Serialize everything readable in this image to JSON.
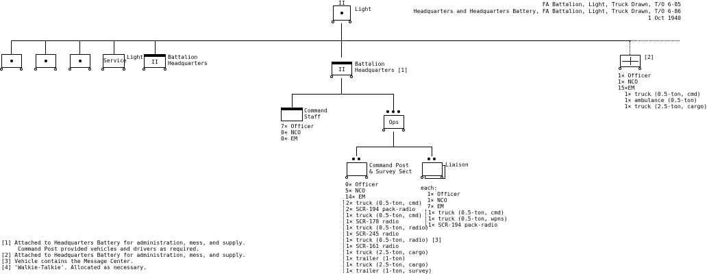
{
  "title": {
    "line1": "FA Battalion, Light, Truck Drawn, T/O 6-85",
    "line2": "Headquarters and Headquarters Battery, FA Battalion, Light, Truck Drawn, T/O 6-86",
    "line3": "1 Oct 1940"
  },
  "top_unit": {
    "size": "II",
    "label": "Light"
  },
  "subunits": {
    "service_label": "Service",
    "service_side": "Light",
    "hq_size": "II",
    "hq_label": "Battalion\nHeadquarters"
  },
  "detachment": {
    "note": "[2]",
    "details": "1× Officer\n1× NCO\n15×EM\n  1× truck (0.5-ton, cmd)\n  1× ambulance (0.5-ton)\n  1× truck (2.5-ton, cargo)"
  },
  "bn_hq": {
    "size": "II",
    "label": "Battalion\nHeadquarters [1]"
  },
  "command_staff": {
    "label": "Command\nStaff",
    "details": "7× Officer\n0× NCO\n0× EM"
  },
  "ops": {
    "label": "Ops"
  },
  "command_post": {
    "label": "Command Post\n& Survey Sect",
    "personnel": "0× Officer\n5× NCO\n14× EM",
    "equipment": "2× truck (0.5-ton, cmd)\n2× SCR-194 pack-radio\n1× truck (0.5-ton, cmd)\n1× SCR-178 radio\n1× truck (0.5-ton, radio)\n1× SCR-245 radio\n1× truck (0.5-ton, radio) [3]\n1× SCR-161 radio\n1× truck (2.5-ton, cargo)\n1× trailer (1-ton)\n1× truck (2.5-ton, cargo)\n1× trailer (1-ton, survey)"
  },
  "liaison": {
    "label": "Liaison",
    "personnel": "each:\n  1× Officer\n  1× NCO\n  7× EM",
    "equipment": "1× truck (0.5-ton, cmd)\n1× truck (0.5-ton, wpns)\n1× SCR-194 pack-radio"
  },
  "notes": "[1] Attached to Headquarters Battery for administration, mess, and supply.\n     Command Post provided vehicles and drivers as required.\n[2] Attached to Headquarters Battery for administration, mess, and supply.\n[3] Vehicle contains the Message Center.\n[4] 'Walkie-Talkie'. Allocated as necessary."
}
